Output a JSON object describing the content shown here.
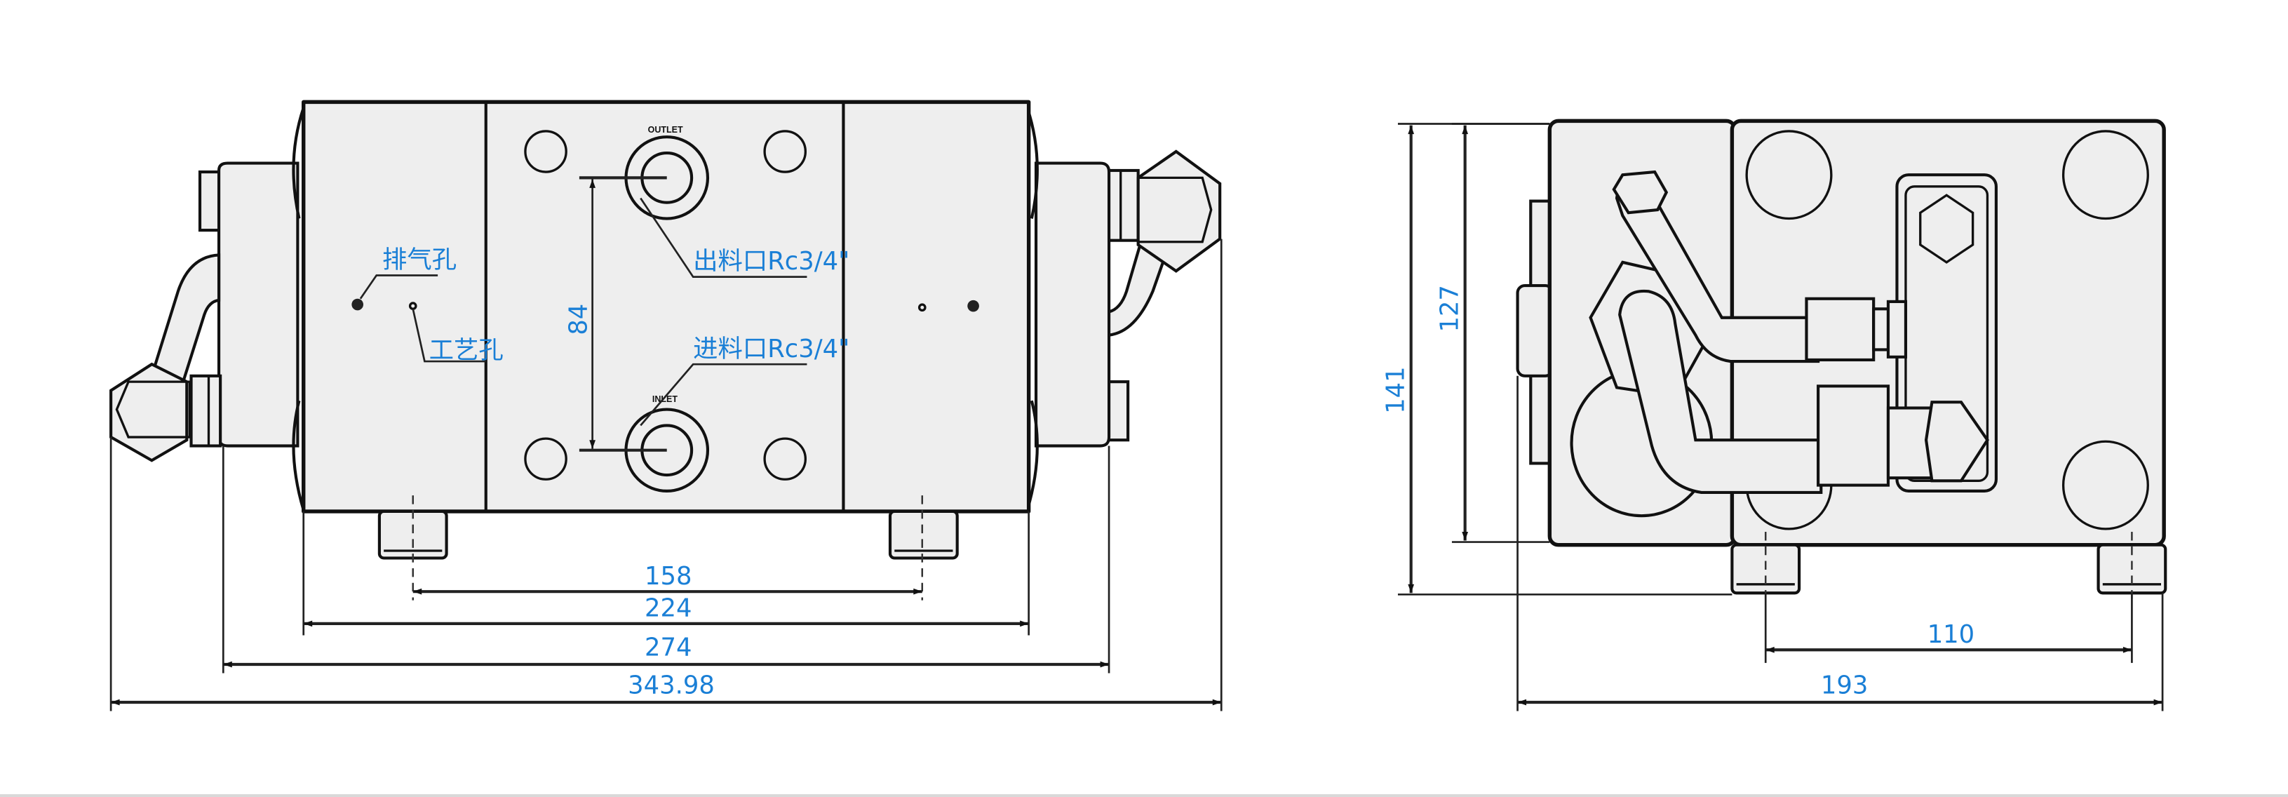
{
  "front_view": {
    "labels": {
      "vent_hole": "排气孔",
      "process_hole": "工艺孔",
      "outlet_port": "出料口Rc3/4\"",
      "inlet_port": "进料口Rc3/4\"",
      "outlet_marking": "OUTLET",
      "inlet_marking": "INLET"
    },
    "dimensions": {
      "port_spacing": "84",
      "foot_spacing": "158",
      "body_width": "224",
      "width_with_covers": "274",
      "overall_width": "343.98"
    }
  },
  "side_view": {
    "dimensions": {
      "overall_height": "141",
      "body_height": "127",
      "foot_spacing": "110",
      "overall_depth": "193"
    }
  },
  "colors": {
    "dimension_text": "#1a7fd6",
    "outline": "#111111",
    "body_fill": "#eeeeee"
  }
}
